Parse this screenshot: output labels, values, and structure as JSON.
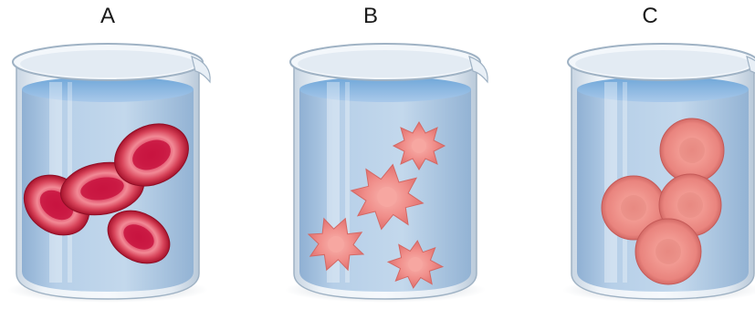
{
  "beakers": [
    {
      "label": "A",
      "cell_shape": "normal biconcave (isotonic)",
      "water_color": "#a9c6e6"
    },
    {
      "label": "B",
      "cell_shape": "crenated / shrunken (hypertonic)",
      "water_color": "#a9c6e6"
    },
    {
      "label": "C",
      "cell_shape": "swollen (hypotonic)",
      "water_color": "#a9c6e6"
    }
  ],
  "colors": {
    "cell_dark": "#c01a3c",
    "cell_rim": "#e0606c",
    "crenated_cell": "#ef8c8a",
    "swollen_cell": "#e9847e",
    "glass": "#dbe6ef"
  }
}
